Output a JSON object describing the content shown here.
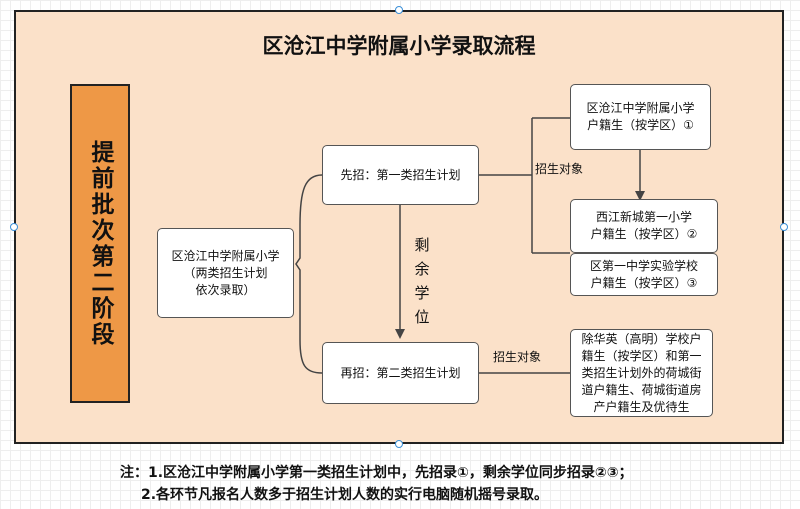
{
  "title": "区沧江中学附属小学录取流程",
  "stage": "提前批次第二阶段",
  "school_box": "区沧江中学附属小学\n（两类招生计划\n依次录取）",
  "plan1": "先招：第一类招生计划",
  "plan2": "再招：第二类招生计划",
  "remaining_label": "剩\n余\n学\n位",
  "target_label_1": "招生对象",
  "target_label_2": "招生对象",
  "targets": [
    "区沧江中学附属小学\n户籍生（按学区）①",
    "西江新城第一小学\n户籍生（按学区）②",
    "区第一中学实验学校\n户籍生（按学区）③",
    "除华英（高明）学校户\n籍生（按学区）和第一\n类招生计划外的荷城街\n道户籍生、荷城街道房\n产户籍生及优待生"
  ],
  "notes": {
    "line1": "注：1.区沧江中学附属小学第一类招生计划中，先招录①，剩余学位同步招录②③；",
    "line2": "2.各环节凡报名人数多于招生计划人数的实行电脑随机摇号录取。"
  }
}
